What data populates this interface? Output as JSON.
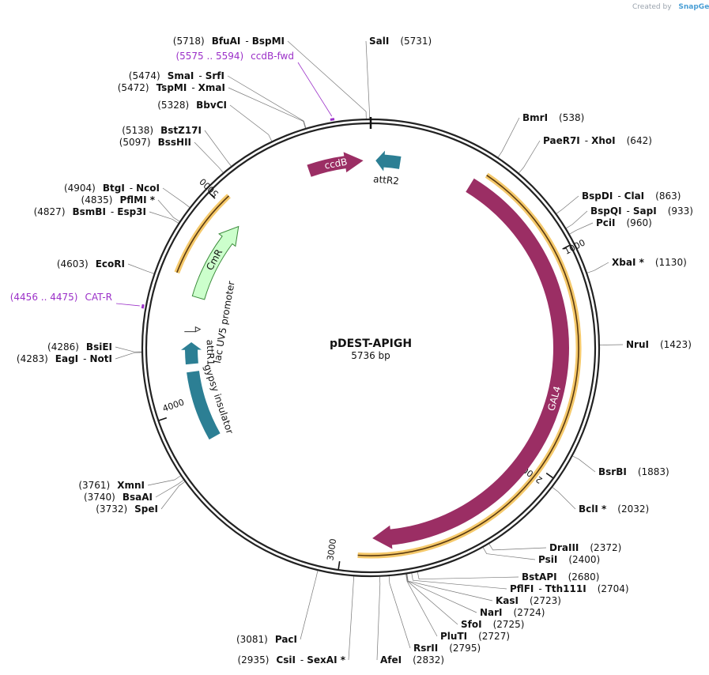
{
  "credit": {
    "prefix": "Created by",
    "brand": "SnapGene"
  },
  "plasmid": {
    "name": "pDEST-APIGH",
    "size_label": "5736 bp",
    "length": 5736
  },
  "ticks": [
    {
      "bp": 1000,
      "label": "1000"
    },
    {
      "bp": 2000,
      "label": "2000"
    },
    {
      "bp": 3000,
      "label": "3000"
    },
    {
      "bp": 4000,
      "label": "4000"
    },
    {
      "bp": 5000,
      "label": "5000"
    }
  ],
  "features": [
    {
      "name": "GAL4",
      "type": "cds",
      "start": 500,
      "end": 2860,
      "dir": "cw",
      "color": "#9b2e64",
      "label_color": "#ffffff"
    },
    {
      "name": "ccdB",
      "type": "cds",
      "start": 5430,
      "end": 5700,
      "dir": "cw",
      "color": "#9b2e64",
      "label_color": "#ffffff"
    },
    {
      "name": "attR2",
      "type": "site",
      "start": 5760,
      "end": 5880,
      "dir": "ccw",
      "color": "#2c7f94",
      "label_color": "#111111"
    },
    {
      "name": "CmR",
      "type": "cds",
      "start": 4560,
      "end": 4980,
      "dir": "cw",
      "color": "#ccffcc",
      "label_color": "#111111"
    },
    {
      "name": "lac UV5 promoter",
      "type": "promoter",
      "start": 4380,
      "end": 4420,
      "dir": "cw",
      "color": "#ffffff",
      "label_color": "#111111"
    },
    {
      "name": "attR1",
      "type": "site",
      "start": 4220,
      "end": 4330,
      "dir": "cw",
      "color": "#2c7f94",
      "label_color": "#111111"
    },
    {
      "name": "gypsy insulator",
      "type": "region",
      "start": 3830,
      "end": 4180,
      "dir": "none",
      "color": "#2c7f94",
      "label_color": "#111111"
    }
  ],
  "primer_binding": [
    {
      "name": "ccdB-fwd",
      "range": "(5575 .. 5594)",
      "bp": 5584
    },
    {
      "name": "CAT-R",
      "range": "(4456 .. 4475)",
      "bp": 4466
    }
  ],
  "orf_highlights": [
    {
      "start": 540,
      "end": 2925,
      "color": "#f5c96b"
    },
    {
      "start": 4640,
      "end": 5050,
      "color": "#f5c96b"
    }
  ],
  "sites": [
    {
      "enzymes": [
        "BfuAI",
        "BspMI"
      ],
      "pos": "(5718)",
      "bp": 5718,
      "side": "left"
    },
    {
      "enzymes": [
        "SalI"
      ],
      "pos": "(5731)",
      "bp": 5731,
      "side": "right"
    },
    {
      "enzymes": [
        "SmaI",
        "SrfI"
      ],
      "pos": "(5474)",
      "bp": 5474,
      "side": "left"
    },
    {
      "enzymes": [
        "TspMI",
        "XmaI"
      ],
      "pos": "(5472)",
      "bp": 5472,
      "side": "left"
    },
    {
      "enzymes": [
        "BbvCI"
      ],
      "pos": "(5328)",
      "bp": 5328,
      "side": "left"
    },
    {
      "enzymes": [
        "BstZ17I"
      ],
      "pos": "(5138)",
      "bp": 5138,
      "side": "left"
    },
    {
      "enzymes": [
        "BssHII"
      ],
      "pos": "(5097)",
      "bp": 5097,
      "side": "left"
    },
    {
      "enzymes": [
        "BtgI",
        "NcoI"
      ],
      "pos": "(4904)",
      "bp": 4904,
      "side": "left"
    },
    {
      "enzymes": [
        "PflMI *"
      ],
      "pos": "(4835)",
      "bp": 4835,
      "side": "left"
    },
    {
      "enzymes": [
        "BsmBI",
        "Esp3I"
      ],
      "pos": "(4827)",
      "bp": 4827,
      "side": "left"
    },
    {
      "enzymes": [
        "EcoRI"
      ],
      "pos": "(4603)",
      "bp": 4603,
      "side": "left"
    },
    {
      "enzymes": [
        "BsiEI"
      ],
      "pos": "(4286)",
      "bp": 4286,
      "side": "left"
    },
    {
      "enzymes": [
        "EagI",
        "NotI"
      ],
      "pos": "(4283)",
      "bp": 4283,
      "side": "left"
    },
    {
      "enzymes": [
        "XmnI"
      ],
      "pos": "(3761)",
      "bp": 3761,
      "side": "left"
    },
    {
      "enzymes": [
        "BsaAI"
      ],
      "pos": "(3740)",
      "bp": 3740,
      "side": "left"
    },
    {
      "enzymes": [
        "SpeI"
      ],
      "pos": "(3732)",
      "bp": 3732,
      "side": "left"
    },
    {
      "enzymes": [
        "PacI"
      ],
      "pos": "(3081)",
      "bp": 3081,
      "side": "left"
    },
    {
      "enzymes": [
        "CsiI",
        "SexAI *"
      ],
      "pos": "(2935)",
      "bp": 2935,
      "side": "left"
    },
    {
      "enzymes": [
        "AfeI"
      ],
      "pos": "(2832)",
      "bp": 2832,
      "side": "right"
    },
    {
      "enzymes": [
        "RsrII"
      ],
      "pos": "(2795)",
      "bp": 2795,
      "side": "right"
    },
    {
      "enzymes": [
        "PluTI"
      ],
      "pos": "(2727)",
      "bp": 2727,
      "side": "right"
    },
    {
      "enzymes": [
        "SfoI"
      ],
      "pos": "(2725)",
      "bp": 2725,
      "side": "right"
    },
    {
      "enzymes": [
        "NarI"
      ],
      "pos": "(2724)",
      "bp": 2724,
      "side": "right"
    },
    {
      "enzymes": [
        "KasI"
      ],
      "pos": "(2723)",
      "bp": 2723,
      "side": "right"
    },
    {
      "enzymes": [
        "PflFI",
        "Tth111I"
      ],
      "pos": "(2704)",
      "bp": 2704,
      "side": "right"
    },
    {
      "enzymes": [
        "BstAPI"
      ],
      "pos": "(2680)",
      "bp": 2680,
      "side": "right"
    },
    {
      "enzymes": [
        "PsiI"
      ],
      "pos": "(2400)",
      "bp": 2400,
      "side": "right"
    },
    {
      "enzymes": [
        "DraIII"
      ],
      "pos": "(2372)",
      "bp": 2372,
      "side": "right"
    },
    {
      "enzymes": [
        "BclI *"
      ],
      "pos": "(2032)",
      "bp": 2032,
      "side": "right"
    },
    {
      "enzymes": [
        "BsrBI"
      ],
      "pos": "(1883)",
      "bp": 1883,
      "side": "right"
    },
    {
      "enzymes": [
        "NruI"
      ],
      "pos": "(1423)",
      "bp": 1423,
      "side": "right"
    },
    {
      "enzymes": [
        "XbaI *"
      ],
      "pos": "(1130)",
      "bp": 1130,
      "side": "right"
    },
    {
      "enzymes": [
        "PciI"
      ],
      "pos": "(960)",
      "bp": 960,
      "side": "right"
    },
    {
      "enzymes": [
        "BspQI",
        "SapI"
      ],
      "pos": "(933)",
      "bp": 933,
      "side": "right"
    },
    {
      "enzymes": [
        "BspDI",
        "ClaI"
      ],
      "pos": "(863)",
      "bp": 863,
      "side": "right"
    },
    {
      "enzymes": [
        "PaeR7I",
        "XhoI"
      ],
      "pos": "(642)",
      "bp": 642,
      "side": "right"
    },
    {
      "enzymes": [
        "BmrI"
      ],
      "pos": "(538)",
      "bp": 538,
      "side": "right"
    }
  ]
}
